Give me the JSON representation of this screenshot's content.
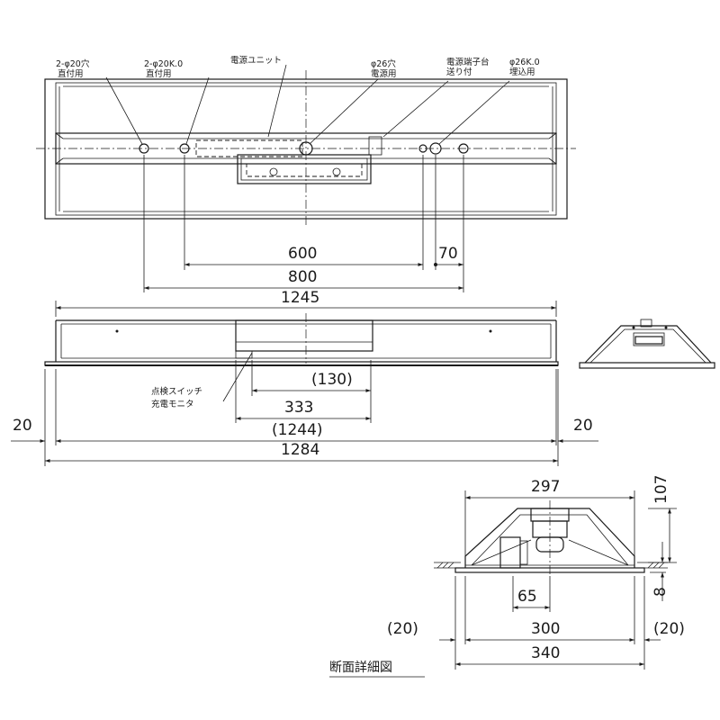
{
  "top_view": {
    "labels": {
      "hole_20": "2-φ20穴",
      "hole_20_sub": "直付用",
      "hole_20k": "2-φ20K.0",
      "hole_20k_sub": "直付用",
      "power_unit": "電源ユニット",
      "hole_26": "φ26穴",
      "hole_26_sub": "電源用",
      "terminal": "電源端子台",
      "terminal_sub": "送り付",
      "hole_26k": "φ26K.0",
      "hole_26k_sub": "埋込用"
    },
    "dims": {
      "d600": "600",
      "d70": "70",
      "d800": "800"
    }
  },
  "side_view": {
    "dims": {
      "d1245": "1245",
      "d130": "(130)",
      "d333": "333",
      "d1244": "(1244)",
      "d1284": "1284",
      "d20_left": "20",
      "d20_right": "20"
    },
    "labels": {
      "switch": "点検スイッチ",
      "switch_sub": "充電モニタ"
    }
  },
  "section_view": {
    "dims": {
      "d297": "297",
      "d107": "107",
      "d65": "65",
      "d8": "8",
      "d20_left": "(20)",
      "d300": "300",
      "d20_right": "(20)",
      "d340": "340"
    },
    "caption": "断面詳細図"
  }
}
